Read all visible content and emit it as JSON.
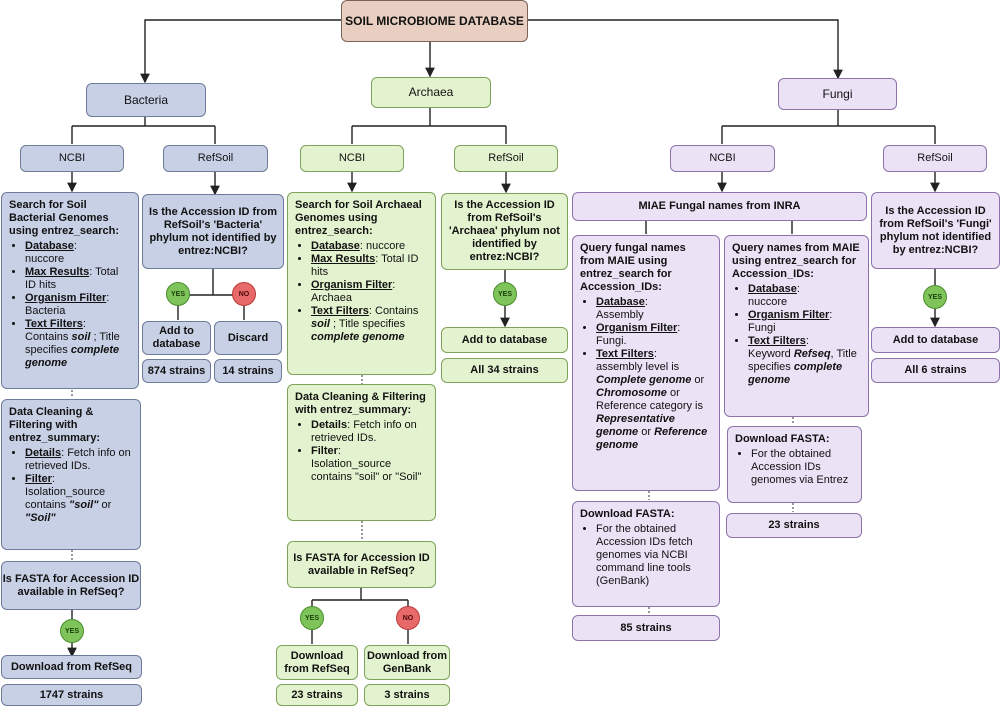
{
  "root": "SOIL MICROBIOME DATABASE",
  "bacteria": {
    "title": "Bacteria",
    "ncbi": "NCBI",
    "refsoil": "RefSoil",
    "search": {
      "heading": "Search for Soil Bacterial Genomes using entrez_search:",
      "db_k": "Database",
      "db_v": "nuccore",
      "max_k": "Max Results",
      "max_v": ": Total ID hits",
      "org_k": "Organism Filter",
      "org_v": "Bacteria",
      "txt_k": "Text Filters",
      "txt_v1": "Contains ",
      "txt_soil": "soil",
      "txt_v2": " ; Title specifies ",
      "txt_cg": "complete genome"
    },
    "clean": {
      "heading": "Data Cleaning & Filtering with entrez_summary:",
      "det_k": "Details",
      "det_v": ": Fetch info on retrieved IDs.",
      "fil_k": "Filter",
      "fil_v": "Isolation_source contains ",
      "fil_s1": "\"soil\"",
      "fil_or": " or ",
      "fil_s2": "\"Soil\""
    },
    "fasta_q": "Is FASTA for Accession ID available in RefSeq?",
    "yes": "YES",
    "download": "Download from RefSeq",
    "strains": "1747 strains",
    "refsoil_q": "Is the Accession ID from RefSoil's 'Bacteria' phylum not identified by entrez:NCBI?",
    "yes2": "YES",
    "no": "NO",
    "add": "Add to database",
    "discard": "Discard",
    "add_strains": "874 strains",
    "discard_strains": "14 strains"
  },
  "archaea": {
    "title": "Archaea",
    "ncbi": "NCBI",
    "refsoil": "RefSoil",
    "search": {
      "heading": "Search for Soil Archaeal Genomes using entrez_search:",
      "db_k": "Database",
      "db_v": ": nuccore",
      "max_k": "Max Results",
      "max_v": ": Total ID hits",
      "org_k": "Organism Filter",
      "org_v": "Archaea",
      "txt_k": "Text Filters",
      "txt_v1": "Contains ",
      "txt_soil": "soil",
      "txt_v2": " ; Title specifies ",
      "txt_cg": "complete genome"
    },
    "clean": {
      "heading": "Data Cleaning & Filtering with entrez_summary:",
      "det_k": "Details",
      "det_v": ": Fetch info on retrieved IDs.",
      "fil_k": "Filter",
      "fil_v": "Isolation_source contains \"soil\" or \"Soil\""
    },
    "fasta_q": "Is FASTA for Accession ID available in RefSeq?",
    "yes": "YES",
    "no": "NO",
    "dl_refseq": "Download from RefSeq",
    "dl_genbank": "Download from GenBank",
    "refseq_strains": "23 strains",
    "genbank_strains": "3 strains",
    "refsoil_q": "Is the Accession ID from RefSoil's 'Archaea' phylum not identified by entrez:NCBI?",
    "yes2": "YES",
    "add": "Add to database",
    "add_strains": "All 34 strains"
  },
  "fungi": {
    "title": "Fungi",
    "ncbi": "NCBI",
    "refsoil": "RefSoil",
    "miae": "MIAE Fungal names from INRA",
    "q1": {
      "heading": "Query fungal names from MAIE using entrez_search for Accession_IDs:",
      "db_k": "Database",
      "db_v": "Assembly",
      "org_k": "Organism Filter",
      "org_v": "Fungi.",
      "txt_k": "Text Filters",
      "txt_a": "assembly level is ",
      "txt_cg": "Complete genome",
      "txt_or1": " or ",
      "txt_ch": "Chromosome",
      "txt_b": " or  Reference category is ",
      "txt_rep": "Representative genome",
      "txt_or2": " or ",
      "txt_ref": "Reference genome"
    },
    "dl1": {
      "heading": "Download FASTA:",
      "item": "For the obtained Accession IDs fetch genomes via NCBI command line tools (GenBank)"
    },
    "strains1": "85 strains",
    "q2": {
      "heading": "Query names from MAIE using entrez_search for Accession_IDs:",
      "db_k": "Database",
      "db_v": "nuccore",
      "org_k": "Organism Filter",
      "org_v": "Fungi",
      "txt_k": "Text Filters",
      "txt_a": "Keyword ",
      "txt_rs": "Refseq",
      "txt_b": ", Title specifies ",
      "txt_cg": "complete genome"
    },
    "dl2": {
      "heading": "Download FASTA:",
      "item": "For the obtained Accession IDs genomes via Entrez"
    },
    "strains2": "23 strains",
    "refsoil_q": "Is the Accession ID from RefSoil's 'Fungi' phylum not identified by entrez:NCBI?",
    "yes": "YES",
    "add": "Add to database",
    "add_strains": "All 6 strains"
  }
}
